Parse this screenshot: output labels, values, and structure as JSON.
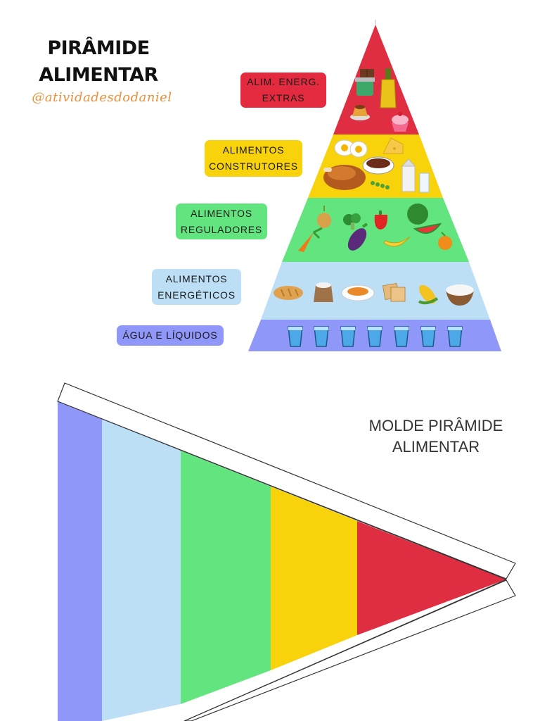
{
  "header": {
    "title_line1": "PIRÂMIDE",
    "title_line2": "ALIMENTAR",
    "handle": "@atividadesdodaniel"
  },
  "pyramid": {
    "levels": [
      {
        "id": "extras",
        "label": "ALIM. ENERG.\nEXTRAS",
        "color": "#df2e42",
        "label_bg": "#e32a3f",
        "foods": [
          "chocolate-icon",
          "olive-oil-icon",
          "jam-jar-icon",
          "pudding-icon",
          "cupcake-icon"
        ]
      },
      {
        "id": "construtores",
        "label": "ALIMENTOS\nCONSTRUTORES",
        "color": "#f8d20a",
        "label_bg": "#f8d20a",
        "foods": [
          "egg-icon",
          "cheese-icon",
          "roast-chicken-icon",
          "beans-bowl-icon",
          "peas-icon",
          "milk-carton-icon",
          "milk-glass-icon"
        ]
      },
      {
        "id": "reguladores",
        "label": "ALIMENTOS\nREGULADORES",
        "color": "#62e57e",
        "label_bg": "#62e57e",
        "foods": [
          "onion-icon",
          "broccoli-icon",
          "pepper-icon",
          "watermelon-icon",
          "carrot-icon",
          "eggplant-icon",
          "banana-icon",
          "orange-icon"
        ]
      },
      {
        "id": "energeticos",
        "label": "ALIMENTOS\nENERGÉTICOS",
        "color": "#bcdff6",
        "label_bg": "#bcdff6",
        "foods": [
          "bread-icon",
          "flour-sack-icon",
          "pasta-plate-icon",
          "crackers-icon",
          "corn-icon",
          "rice-bowl-icon"
        ]
      },
      {
        "id": "agua",
        "label": "ÁGUA E LÍQUIDOS",
        "color": "#8f97f8",
        "label_bg": "#8f97f8",
        "foods": [
          "water-glass-icon",
          "water-glass-icon",
          "water-glass-icon",
          "water-glass-icon",
          "water-glass-icon",
          "water-glass-icon",
          "water-glass-icon"
        ]
      }
    ]
  },
  "mold": {
    "title": "MOLDE PIRÂMIDE\nALIMENTAR",
    "band_colors": [
      "#8f97f8",
      "#bcdff6",
      "#62e57e",
      "#f8d20a",
      "#df2e42"
    ]
  }
}
